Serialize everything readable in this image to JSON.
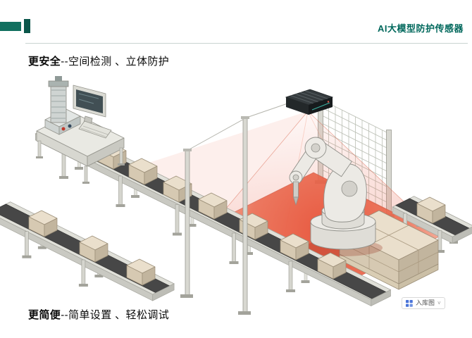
{
  "header": {
    "title": "AI大模型防护传感器"
  },
  "headings": {
    "top_bold": "更安全",
    "top_rest": "--空间检测 、立体防护",
    "bottom_bold": "更简便",
    "bottom_rest": "--简单设置 、轻松调试"
  },
  "badge": {
    "label": "入库图",
    "chevron": "˅"
  },
  "colors": {
    "title_teal": "#00685c",
    "accent_teal": "#11705f",
    "accent_teal_dark": "#0a564a",
    "danger_red": "#e7543a",
    "danger_red_light": "#f2a38c",
    "belt_dark": "#474747",
    "box_tan": "#eadfcc"
  },
  "illustration": {
    "description": "Isometric factory scene: safety sensor projecting red detection zone over robot arm cell, conveyors with boxes, mesh fence, pallet stack and control station",
    "parts": [
      "safety-sensor",
      "detection-zone",
      "robot-arm",
      "main-conveyor",
      "lower-conveyor",
      "side-conveyor",
      "mesh-fence",
      "pallet-stack",
      "control-station",
      "light-curtain-posts"
    ]
  }
}
